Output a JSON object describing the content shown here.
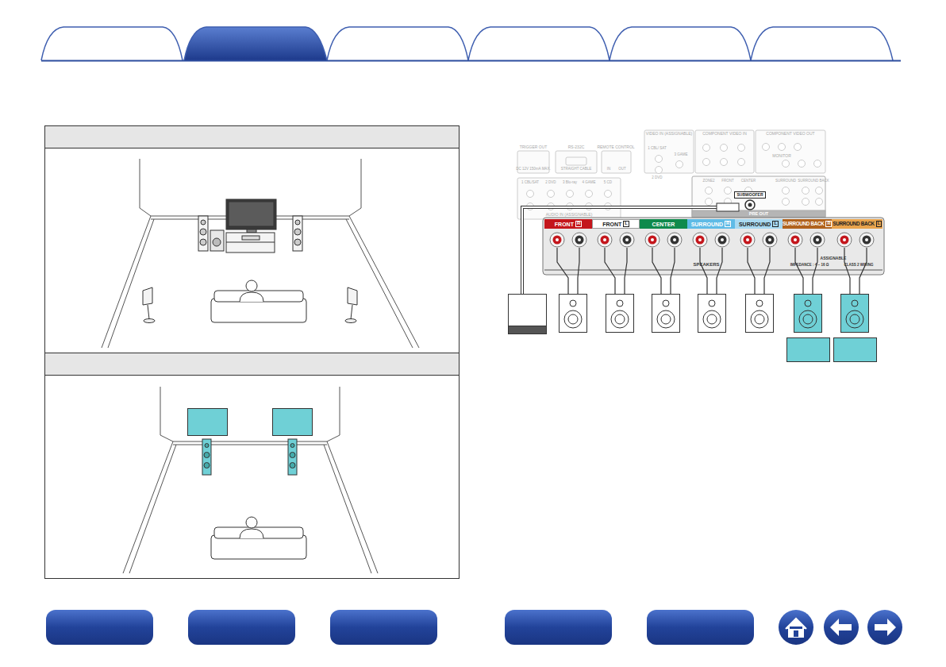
{
  "diagram": {
    "nodes": [
      {
        "text": [
          "FRONT",
          "R"
        ]
      },
      {
        "text": [
          "FRONT",
          "L"
        ]
      },
      {
        "text": [
          "CENTER"
        ]
      },
      {
        "text": [
          "SURROUND",
          "R"
        ]
      },
      {
        "text": [
          "SURROUND",
          "L"
        ]
      },
      {
        "text": [
          "SURROUND BACK",
          "R"
        ]
      },
      {
        "text": [
          "SURROUND BACK",
          "L"
        ]
      }
    ],
    "labels": [
      "TRIGGER OUT",
      "RS-232C",
      "REMOTE CONTROL",
      "DC 12V 150mA MAX.",
      "STRAIGHT CABLE",
      "IN",
      "OUT",
      "1 CBL/SAT",
      "2 DVD",
      "3 Blu-ray",
      "4 GAME",
      "5 CD",
      "AUDIO IN (ASSIGNABLE)",
      "VIDEO IN (ASSIGNABLE)",
      "1 CBL/ SAT",
      "2 DVD",
      "3 GAME",
      "COMPONENT VIDEO IN",
      "COMPONENT VIDEO OUT",
      "MONITOR",
      "ZONE2",
      "FRONT",
      "CENTER",
      "SURROUND",
      "SURROUND BACK",
      "SUBWOOFER",
      "PRE OUT",
      "SPEAKERS",
      "ASSIGNABLE",
      "IMPEDANCE : 4 ~ 16 Ω",
      "CLASS 2 WIRING"
    ]
  }
}
